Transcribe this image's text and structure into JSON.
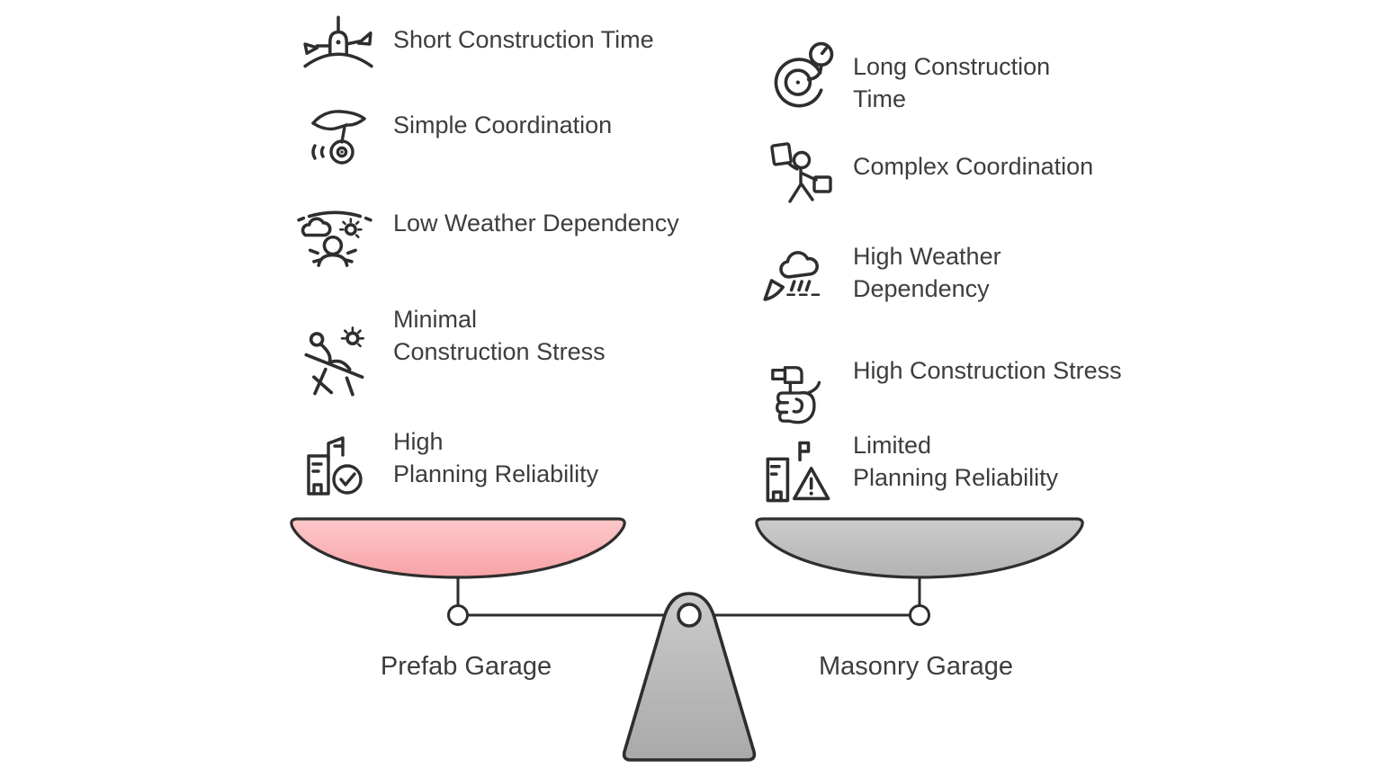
{
  "colors": {
    "ink": "#2e2e2e",
    "text": "#3d3d3d",
    "pan_pink_top": "#fcc9cb",
    "pan_pink_bottom": "#f8a2a6",
    "pan_gray_top": "#cccccc",
    "pan_gray_bottom": "#b2b2b2",
    "fulcrum_top": "#cbcbcb",
    "fulcrum_bottom": "#a9a9a9"
  },
  "left_side": {
    "label": "Prefab Garage",
    "items": [
      {
        "icon": "prefab-module-delivery-icon",
        "lines": [
          "Short Construction Time"
        ]
      },
      {
        "icon": "hand-yoyo-icon",
        "lines": [
          "Simple Coordination"
        ]
      },
      {
        "icon": "weather-shelter-icon",
        "lines": [
          "Low Weather Dependency"
        ]
      },
      {
        "icon": "relaxing-person-icon",
        "lines": [
          "Minimal",
          "Construction Stress"
        ]
      },
      {
        "icon": "building-check-icon",
        "lines": [
          "High",
          "Planning Reliability"
        ]
      }
    ]
  },
  "right_side": {
    "label": "Masonry Garage",
    "items": [
      {
        "icon": "snail-gauge-icon",
        "lines": [
          "Long Construction",
          "Time"
        ]
      },
      {
        "icon": "semaphore-person-icon",
        "lines": [
          "Complex Coordination"
        ]
      },
      {
        "icon": "storm-cloud-wind-icon",
        "lines": [
          "High Weather",
          "Dependency"
        ]
      },
      {
        "icon": "fist-hammer-icon",
        "lines": [
          "High Construction Stress"
        ]
      },
      {
        "icon": "building-warning-icon",
        "lines": [
          "Limited",
          "Planning Reliability"
        ]
      }
    ]
  }
}
